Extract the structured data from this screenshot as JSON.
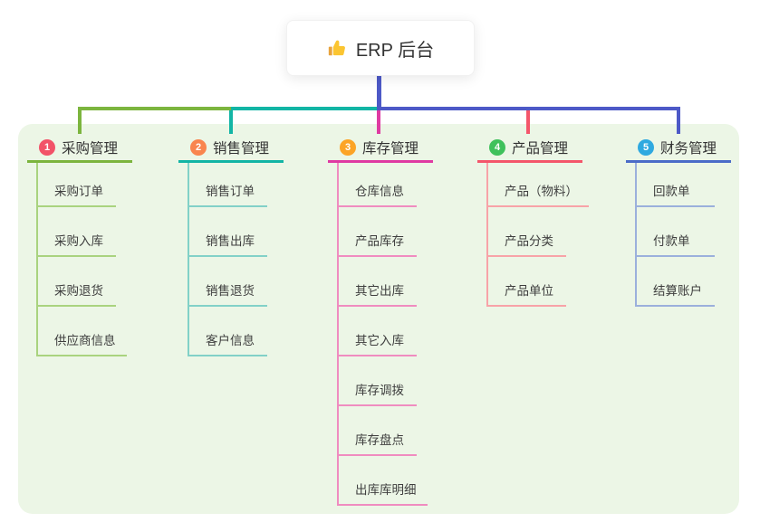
{
  "root": {
    "title": "ERP 后台",
    "icon": "thumbs-up-icon",
    "stem_color": "#4d59c7"
  },
  "panel": {
    "background": "#ecf6e6"
  },
  "branches": [
    {
      "number": "1",
      "title": "采购管理",
      "badge_color": "#f25268",
      "line_color": "#7cb53e",
      "child_line_color": "#a9d37f",
      "children": [
        "采购订单",
        "采购入库",
        "采购退货",
        "供应商信息"
      ]
    },
    {
      "number": "2",
      "title": "销售管理",
      "badge_color": "#f9854e",
      "line_color": "#12b5a5",
      "child_line_color": "#82d1c8",
      "children": [
        "销售订单",
        "销售出库",
        "销售退货",
        "客户信息"
      ]
    },
    {
      "number": "3",
      "title": "库存管理",
      "badge_color": "#fca426",
      "line_color": "#df3aa2",
      "child_line_color": "#f08cc0",
      "children": [
        "仓库信息",
        "产品库存",
        "其它出库",
        "其它入库",
        "库存调拨",
        "库存盘点",
        "出库库明细"
      ]
    },
    {
      "number": "4",
      "title": "产品管理",
      "badge_color": "#3fc15c",
      "line_color": "#f4566b",
      "child_line_color": "#f8a3a8",
      "children": [
        "产品（物料）",
        "产品分类",
        "产品单位"
      ]
    },
    {
      "number": "5",
      "title": "财务管理",
      "badge_color": "#2fa9e0",
      "line_color": "#4b6cc8",
      "child_line_color": "#9bb0dc",
      "children": [
        "回款单",
        "付款单",
        "结算账户"
      ]
    }
  ]
}
